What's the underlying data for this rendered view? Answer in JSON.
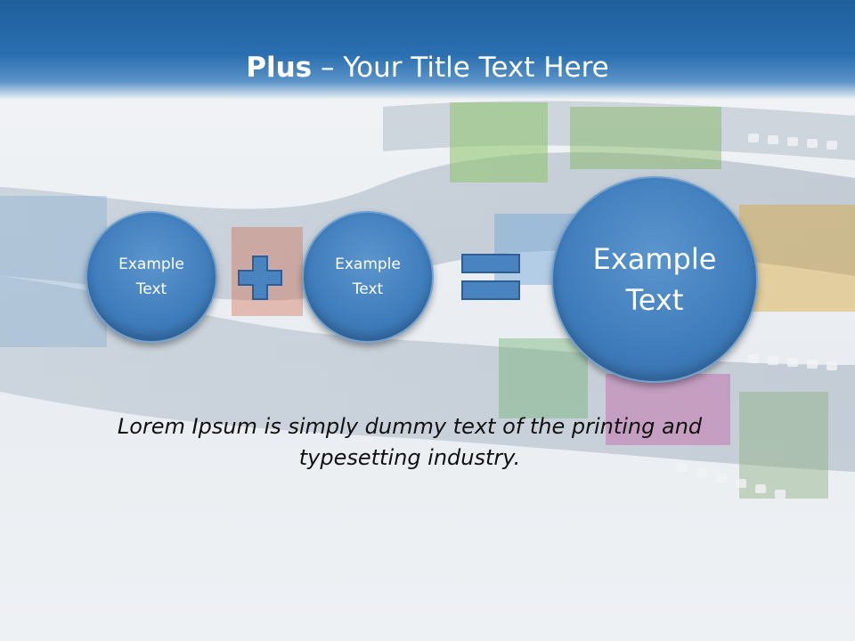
{
  "title": {
    "bold": "Plus",
    "rest": " – Your Title Text Here"
  },
  "nodes": [
    {
      "label": "Example Text"
    },
    {
      "label": "Example Text"
    },
    {
      "label": "Example Text"
    }
  ],
  "operators": {
    "first": "plus-icon",
    "second": "equals-icon"
  },
  "body_text": "Lorem Ipsum is simply dummy text of the printing and typesetting industry.",
  "colors": {
    "header": "#2a6fb0",
    "circle": "#3f7cbc",
    "operator": "#4a84c0"
  }
}
